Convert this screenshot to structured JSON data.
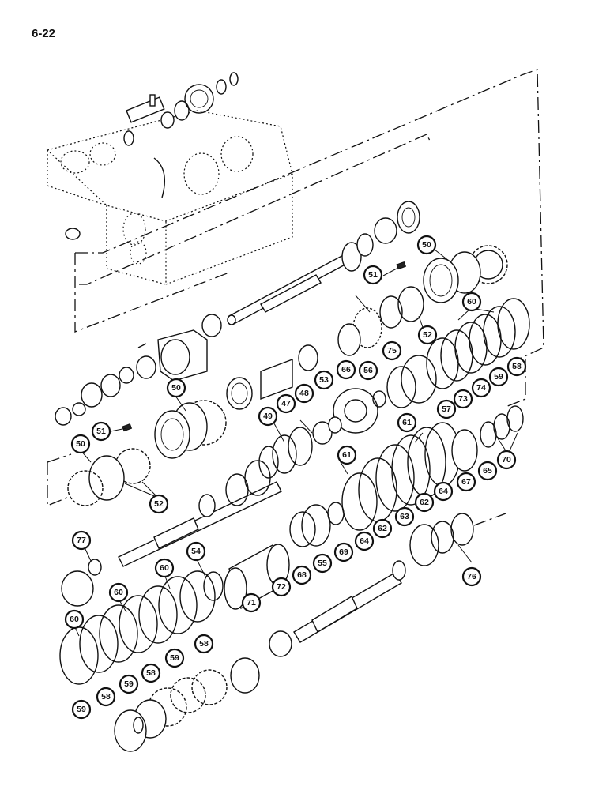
{
  "page": {
    "label": "6-22"
  },
  "callouts": [
    "50",
    "51",
    "52",
    "60",
    "75",
    "66",
    "56",
    "53",
    "48",
    "47",
    "49",
    "50",
    "51",
    "50",
    "52",
    "61",
    "57",
    "73",
    "74",
    "59",
    "58",
    "61",
    "67",
    "65",
    "70",
    "64",
    "62",
    "63",
    "62",
    "64",
    "69",
    "55",
    "68",
    "72",
    "71",
    "54",
    "60",
    "77",
    "60",
    "60",
    "58",
    "59",
    "58",
    "59",
    "58",
    "59",
    "76"
  ]
}
